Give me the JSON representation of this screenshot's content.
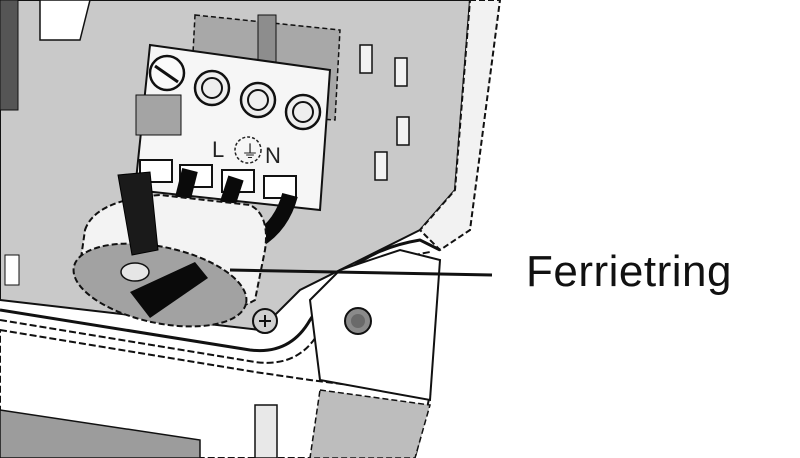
{
  "diagram": {
    "subject": "electrical enclosure with terminal block and ferrite ring",
    "callout": {
      "label": "Ferrietring",
      "target": "ferrite-ring"
    },
    "terminal_block": {
      "labels": [
        "L",
        "⏚",
        "N"
      ],
      "screw_count": 4
    },
    "colors": {
      "background": "#ffffff",
      "enclosure": "#c8c8c8",
      "enclosure_dark": "#9a9a9a",
      "outline": "#111111",
      "cable": "#0a0a0a",
      "ring_white": "#f4f4f4",
      "ring_face": "#a0a0a0"
    }
  }
}
